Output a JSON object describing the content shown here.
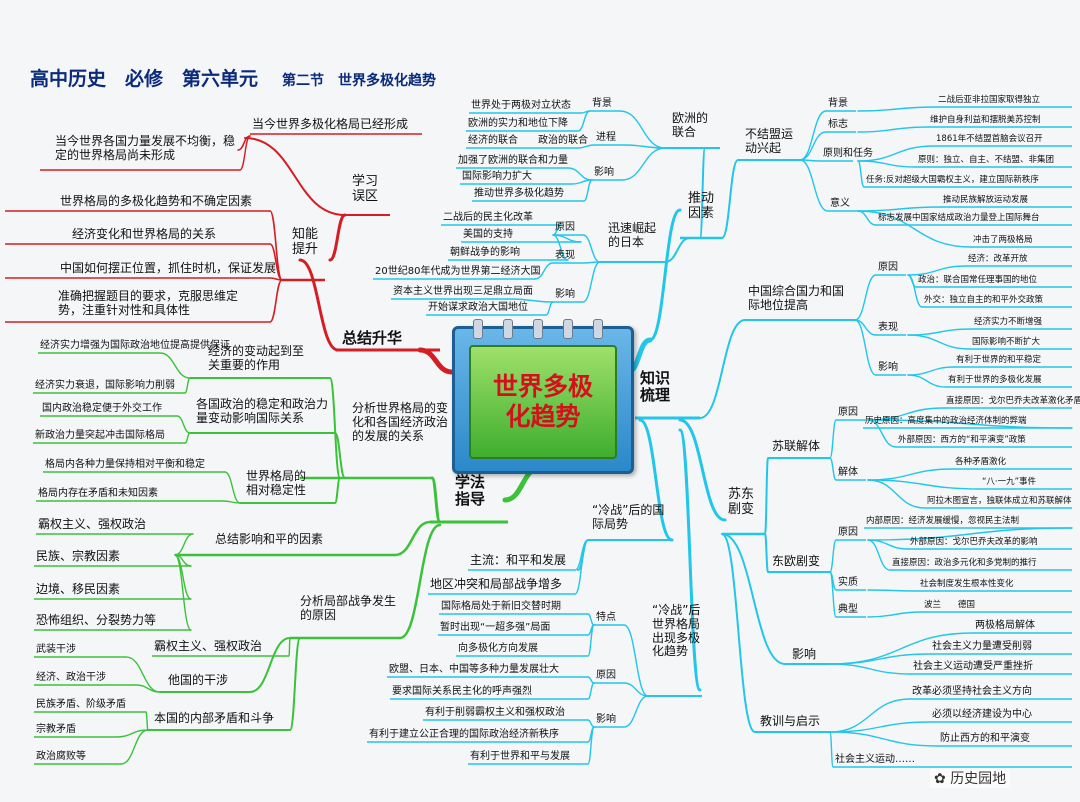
{
  "title": {
    "main": "高中历史　必修　第六单元",
    "section": "第二节　世界多极化趋势"
  },
  "center": "世界多极化趋势",
  "watermark": "历史园地",
  "colors": {
    "red": "#d41e24",
    "cyan": "#22c6e8",
    "green": "#3cc23a",
    "title": "#0a2a7a"
  },
  "branches": {
    "summary": "总结升华",
    "knowledge": "知识梳理",
    "method": "学法指导"
  },
  "summary": {
    "learning_mistakes": "学习误区",
    "mistake_item": "当今世界多极化格局已经形成",
    "mistake_note": "当今世界各国力量发展不均衡，稳定的世界格局尚未形成",
    "ability": "知能提升",
    "ability_items": [
      "世界格局的多极化趋势和不确定因素",
      "经济变化和世界格局的关系",
      "中国如何摆正位置，抓住时机，保证发展",
      "准确把握题目的要求，克服思维定势，注重针对性和具体性"
    ]
  },
  "knowledge": {
    "push_factors": "推动因素",
    "europe": {
      "label": "欧洲的联合",
      "groups": [
        {
          "name": "背景",
          "items": [
            "世界处于两极对立状态",
            "欧洲的实力和地位下降"
          ]
        },
        {
          "name": "进程",
          "items": [
            "经济的联合　　政治的联合"
          ]
        },
        {
          "name": "影响",
          "items": [
            "加强了欧洲的联合和力量",
            "国际影响力扩大",
            "推动世界多极化趋势"
          ]
        }
      ]
    },
    "japan": {
      "label": "迅速崛起的日本",
      "groups": [
        {
          "name": "原因",
          "items": [
            "二战后的民主化改革",
            "美国的支持",
            "朝鲜战争的影响"
          ]
        },
        {
          "name": "表现",
          "items": [
            "20世纪80年代成为世界第二经济大国"
          ]
        },
        {
          "name": "影响",
          "items": [
            "资本主义世界出现三足鼎立局面",
            "开始谋求政治大国地位"
          ]
        }
      ]
    },
    "nam": {
      "label": "不结盟运动兴起",
      "groups": [
        {
          "name": "背景",
          "items": [
            "二战后亚非拉国家取得独立"
          ]
        },
        {
          "name": "标志",
          "items": [
            "维护自身利益和摆脱美苏控制"
          ]
        },
        {
          "name": "原则和任务",
          "items": [
            "1861年不结盟首脑会议召开",
            "原则：独立、自主、不结盟、非集团",
            "任务:反对超级大国霸权主义，建立国际新秩序"
          ]
        },
        {
          "name": "意义",
          "items": [
            "推动民族解放运动发展",
            "标志发展中国家结成政治力量登上国际舞台",
            "冲击了两极格局"
          ]
        }
      ]
    },
    "china": {
      "label": "中国综合国力和国际地位提高",
      "groups": [
        {
          "name": "原因",
          "items": [
            "经济：改革开放",
            "政治：联合国常任理事国的地位",
            "外交：独立自主的和平外交政策"
          ]
        },
        {
          "name": "表现",
          "items": [
            "经济实力不断增强",
            "国际影响不断扩大"
          ]
        },
        {
          "name": "影响",
          "items": [
            "有利于世界的和平稳定",
            "有利于世界的多极化发展"
          ]
        }
      ]
    },
    "sudong": "苏东剧变",
    "ussr": {
      "label": "苏联解体",
      "groups": [
        {
          "name": "原因",
          "items": [
            "直接原因：戈尔巴乔夫改革激化矛盾",
            "历史原因：高度集中的政治经济体制的弊端",
            "外部原因：西方的“和平演变”政策"
          ]
        },
        {
          "name": "解体",
          "items": [
            "各种矛盾激化",
            "“八·一九”事件",
            "阿拉木图宣言，独联体成立和苏联解体"
          ]
        }
      ]
    },
    "east_europe": {
      "label": "东欧剧变",
      "groups": [
        {
          "name": "原因",
          "items": [
            "内部原因：经济发展缓慢，忽视民主法制",
            "外部原因：戈尔巴乔夫改革的影响",
            "直接原因：政治多元化和多党制的推行"
          ]
        },
        {
          "name": "实质",
          "items": [
            "社会制度发生根本性变化"
          ]
        },
        {
          "name": "典型",
          "items": [
            "波兰　　德国"
          ]
        }
      ]
    },
    "sd_impact": {
      "label": "影响",
      "items": [
        "两极格局解体",
        "社会主义力量遭受削弱",
        "社会主义运动遭受严重挫折"
      ]
    },
    "sd_lessons": {
      "label": "教训与启示",
      "items": [
        "改革必须坚持社会主义方向",
        "必须以经济建设为中心",
        "防止西方的和平演变",
        "社会主义运动……"
      ]
    },
    "post_cold_war": {
      "label": "“冷战”后的国际局势",
      "items": [
        "主流：和平和发展",
        "地区冲突和局部战争增多"
      ]
    },
    "multipolar": {
      "label": "“冷战”后世界格局出现多极化趋势",
      "groups": [
        {
          "name": "特点",
          "items": [
            "国际格局处于新旧交替时期",
            "暂时出现“一超多强”局面",
            "向多极化方向发展"
          ]
        },
        {
          "name": "原因",
          "items": [
            "欧盟、日本、中国等多种力量发展壮大",
            "要求国际关系民主化的呼声强烈"
          ]
        },
        {
          "name": "影响",
          "items": [
            "有利于削弱霸权主义和强权政治",
            "有利于建立公正合理的国际政治经济新秩序",
            "有利于世界和平与发展"
          ]
        }
      ]
    }
  },
  "method": {
    "analysis": "分析世界格局的变化和各国经济政治的发展的关系",
    "econ": {
      "label": "经济的变动起到至关重要的作用",
      "items": [
        "经济实力增强为国际政治地位提高提供保证",
        "经济实力衰退，国际影响力削弱"
      ]
    },
    "stability": {
      "label": "各国政治的稳定和政治力量变动影响国际关系",
      "items": [
        "国内政治稳定便于外交工作",
        "新政治力量突起冲击国际格局"
      ]
    },
    "relative": {
      "label": "世界格局的相对稳定性",
      "items": [
        "格局内各种力量保持相对平衡和稳定",
        "格局内存在矛盾和未知因素"
      ]
    },
    "peace": {
      "label": "总结影响和平的因素",
      "items": [
        "霸权主义、强权政治",
        "民族、宗教因素",
        "边境、移民因素",
        "恐怖组织、分裂势力等"
      ]
    },
    "war": {
      "label": "分析局部战争发生的原因",
      "hegemony": "霸权主义、强权政治",
      "interference": {
        "label": "他国的干涉",
        "items": [
          "武装干涉",
          "经济、政治干涉"
        ]
      },
      "internal": {
        "label": "本国的内部矛盾和斗争",
        "items": [
          "民族矛盾、阶级矛盾",
          "宗教矛盾",
          "政治腐败等"
        ]
      }
    }
  }
}
